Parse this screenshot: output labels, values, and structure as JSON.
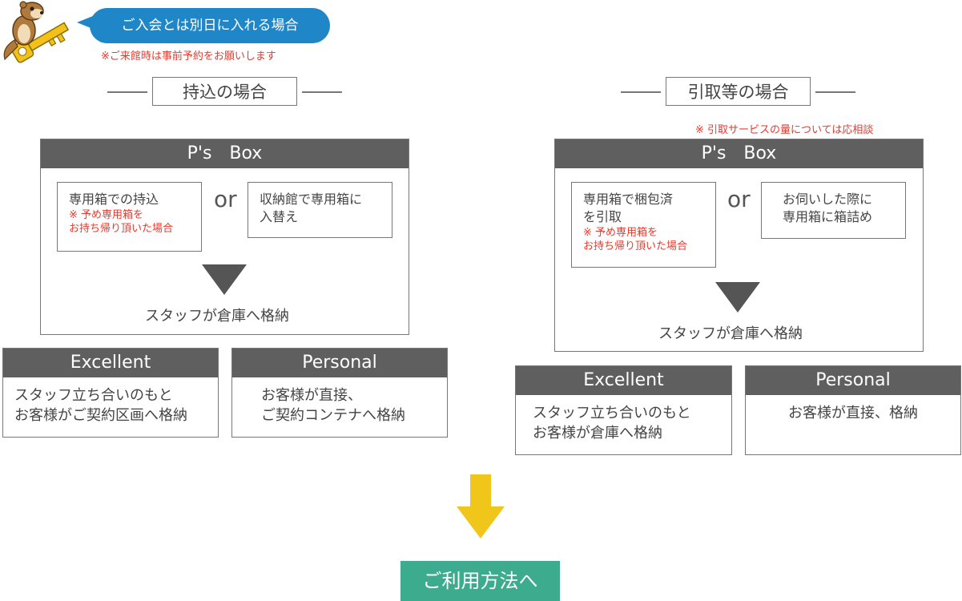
{
  "bubble": {
    "text": "ご入会とは別日に入れる場合"
  },
  "notice": "※ご来館時は事前予約をお願いします",
  "left": {
    "title": "持込の場合",
    "box_title": "P's　Box",
    "option1": {
      "line1": "専用箱での持込",
      "red1": "※ 予め専用箱を",
      "red2": "お持ち帰り頂いた場合"
    },
    "or": "or",
    "option2": {
      "line1": "収納館で専用箱に",
      "line2": "入替え"
    },
    "store": "スタッフが倉庫へ格納",
    "plans": [
      {
        "name": "Excellent",
        "line1": "スタッフ立ち合いのもと",
        "line2": "お客様がご契約区画へ格納"
      },
      {
        "name": "Personal",
        "line1": "お客様が直接、",
        "line2": "ご契約コンテナへ格納"
      }
    ]
  },
  "right": {
    "title": "引取等の場合",
    "note": "※ 引取サービスの量については応相談",
    "box_title": "P's　Box",
    "option1": {
      "line1": "専用箱で梱包済",
      "line2": "を引取",
      "red1": "※ 予め専用箱を",
      "red2": "お持ち帰り頂いた場合"
    },
    "or": "or",
    "option2": {
      "line1": "お伺いした際に",
      "line2": "専用箱に箱詰め"
    },
    "store": "スタッフが倉庫へ格納",
    "plans": [
      {
        "name": "Excellent",
        "line1": "スタッフ立ち合いのもと",
        "line2": "お客様が倉庫へ格納"
      },
      {
        "name": "Personal",
        "line1": "お客様が直接、格納",
        "line2": ""
      }
    ]
  },
  "cta": "ご利用方法へ",
  "colors": {
    "bubble": "#1f86c8",
    "red": "#e63a2e",
    "header": "#5f5f5f",
    "arrow": "#efc619",
    "cta": "#3dab8e"
  },
  "icons": {
    "mascot": "weasel-with-key-icon"
  }
}
